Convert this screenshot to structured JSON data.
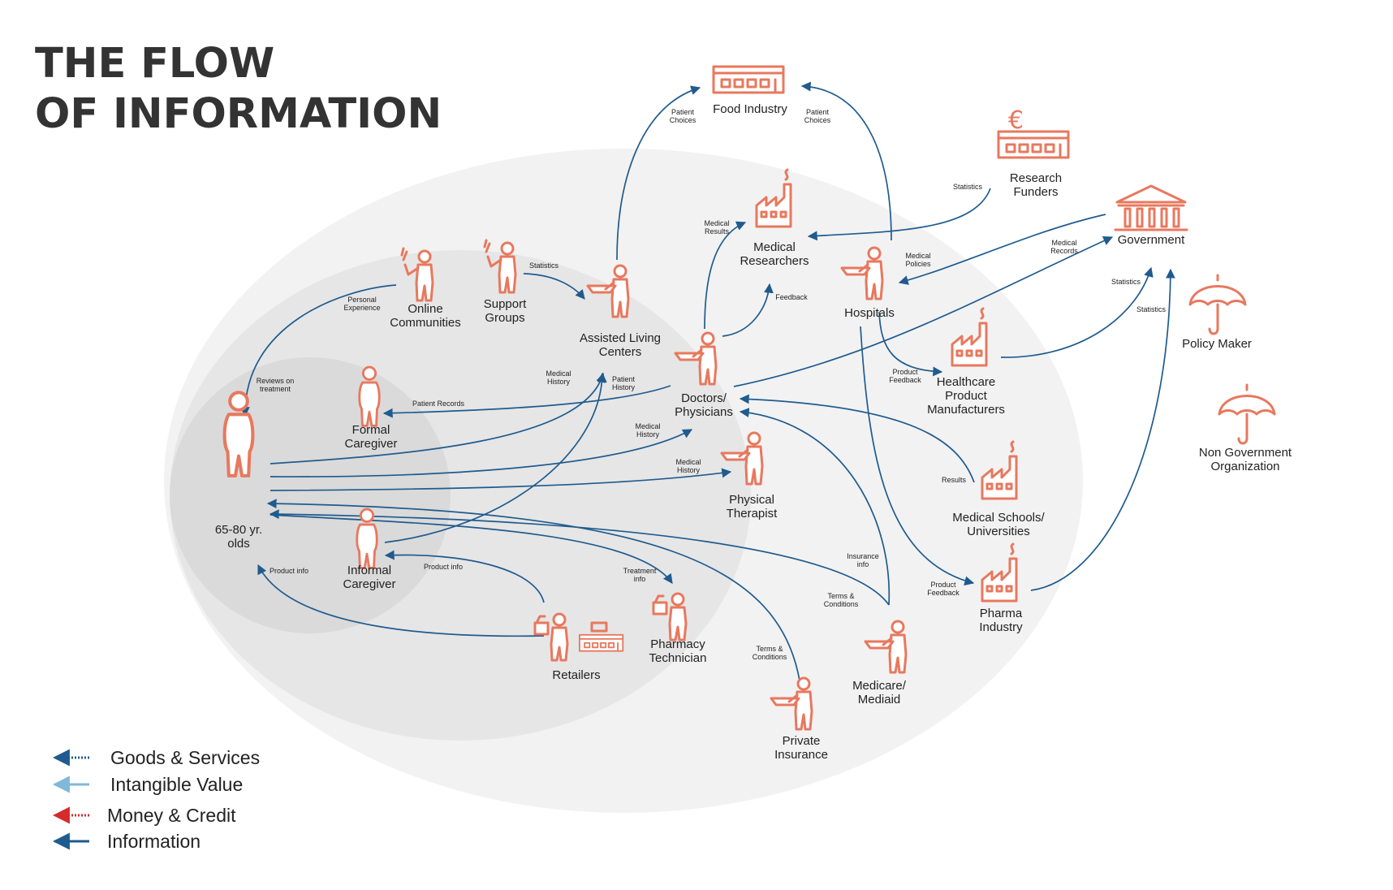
{
  "title": {
    "line1": "THE FLOW",
    "line2": "OF INFORMATION"
  },
  "colors": {
    "icon": "#e8785e",
    "information": "#1f5b8e",
    "goods": "#1f5b8e",
    "intangible": "#7fb8d8",
    "money": "#d62b2b",
    "ellipse_outer": "#f2f2f2",
    "ellipse_middle": "#e6e6e6",
    "ellipse_inner": "#dadada"
  },
  "nodes": [
    {
      "id": "seniors",
      "icon": "person-icon",
      "lines": [
        "65-80 yr.",
        "olds"
      ]
    },
    {
      "id": "formal",
      "icon": "person-icon",
      "lines": [
        "Formal",
        "Caregiver"
      ]
    },
    {
      "id": "informal",
      "icon": "person-icon",
      "lines": [
        "Informal",
        "Caregiver"
      ]
    },
    {
      "id": "online",
      "icon": "presenter-icon",
      "lines": [
        "Online",
        "Communities"
      ]
    },
    {
      "id": "support",
      "icon": "presenter-icon",
      "lines": [
        "Support",
        "Groups"
      ]
    },
    {
      "id": "assisted",
      "icon": "server-icon",
      "lines": [
        "Assisted Living",
        "Centers"
      ]
    },
    {
      "id": "doctors",
      "icon": "server-icon",
      "lines": [
        "Doctors/",
        "Physicians"
      ]
    },
    {
      "id": "physical",
      "icon": "server-icon",
      "lines": [
        "Physical",
        "Therapist"
      ]
    },
    {
      "id": "pharmtech",
      "icon": "cashier-icon",
      "lines": [
        "Pharmacy",
        "Technician"
      ]
    },
    {
      "id": "retailers",
      "icon": "shop-icon",
      "lines": [
        "Retailers"
      ]
    },
    {
      "id": "private",
      "icon": "server-icon",
      "lines": [
        "Private",
        "Insurance"
      ]
    },
    {
      "id": "medicare",
      "icon": "server-icon",
      "lines": [
        "Medicare/",
        "Mediaid"
      ]
    },
    {
      "id": "food",
      "icon": "store-icon",
      "lines": [
        "Food Industry"
      ]
    },
    {
      "id": "researchers",
      "icon": "factory-icon",
      "lines": [
        "Medical",
        "Researchers"
      ]
    },
    {
      "id": "hospitals",
      "icon": "server-icon",
      "lines": [
        "Hospitals"
      ]
    },
    {
      "id": "funders",
      "icon": "euro-store-icon",
      "lines": [
        "Research",
        "Funders"
      ]
    },
    {
      "id": "government",
      "icon": "government-icon",
      "lines": [
        "Government"
      ]
    },
    {
      "id": "healthcare",
      "icon": "factory-icon",
      "lines": [
        "Healthcare",
        "Product",
        "Manufacturers"
      ]
    },
    {
      "id": "schools",
      "icon": "factory-icon",
      "lines": [
        "Medical Schools/",
        "Universities"
      ]
    },
    {
      "id": "pharma",
      "icon": "factory-icon",
      "lines": [
        "Pharma",
        "Industry"
      ]
    },
    {
      "id": "policy",
      "icon": "umbrella-icon",
      "lines": [
        "Policy Maker"
      ]
    },
    {
      "id": "ngo",
      "icon": "umbrella-icon",
      "lines": [
        "Non Government",
        "Organization"
      ]
    }
  ],
  "edges": [
    {
      "id": "e1",
      "lines": [
        "Personal",
        "Experience"
      ]
    },
    {
      "id": "e2",
      "lines": [
        "Reviews on",
        "treatment"
      ]
    },
    {
      "id": "e3",
      "lines": [
        "Statistics"
      ]
    },
    {
      "id": "e4",
      "lines": [
        "Patient",
        "Choices"
      ]
    },
    {
      "id": "e5",
      "lines": [
        "Patient",
        "Choices"
      ]
    },
    {
      "id": "e6",
      "lines": [
        "Medical",
        "Results"
      ]
    },
    {
      "id": "e7",
      "lines": [
        "Feedback"
      ]
    },
    {
      "id": "e8",
      "lines": [
        "Statistics"
      ]
    },
    {
      "id": "e9",
      "lines": [
        "Medical",
        "Policies"
      ]
    },
    {
      "id": "e10",
      "lines": [
        "Medical",
        "Records"
      ]
    },
    {
      "id": "e11",
      "lines": [
        "Statistics"
      ]
    },
    {
      "id": "e12",
      "lines": [
        "Statistics"
      ]
    },
    {
      "id": "e13",
      "lines": [
        "Product",
        "Feedback"
      ]
    },
    {
      "id": "e14",
      "lines": [
        "Medical",
        "History"
      ]
    },
    {
      "id": "e15",
      "lines": [
        "Patient",
        "History"
      ]
    },
    {
      "id": "e16",
      "lines": [
        "Patient Records"
      ]
    },
    {
      "id": "e17",
      "lines": [
        "Medical",
        "History"
      ]
    },
    {
      "id": "e18",
      "lines": [
        "Medical",
        "History"
      ]
    },
    {
      "id": "e19",
      "lines": [
        "Results"
      ]
    },
    {
      "id": "e20",
      "lines": [
        "Insurance",
        "info"
      ]
    },
    {
      "id": "e21",
      "lines": [
        "Terms &",
        "Conditions"
      ]
    },
    {
      "id": "e22",
      "lines": [
        "Terms &",
        "Conditions"
      ]
    },
    {
      "id": "e23",
      "lines": [
        "Treatment",
        "info"
      ]
    },
    {
      "id": "e24",
      "lines": [
        "Product info"
      ]
    },
    {
      "id": "e25",
      "lines": [
        "Product info"
      ]
    },
    {
      "id": "e26",
      "lines": [
        "Product",
        "Feedback"
      ]
    }
  ],
  "legend": [
    {
      "label": "Goods & Services",
      "style": "dotted",
      "color": "#1f5b8e"
    },
    {
      "label": "Intangible Value",
      "style": "solid",
      "color": "#7fb8d8"
    },
    {
      "label": "Money & Credit",
      "style": "dotted",
      "color": "#d62b2b"
    },
    {
      "label": "Information",
      "style": "solid",
      "color": "#1f5b8e"
    }
  ]
}
